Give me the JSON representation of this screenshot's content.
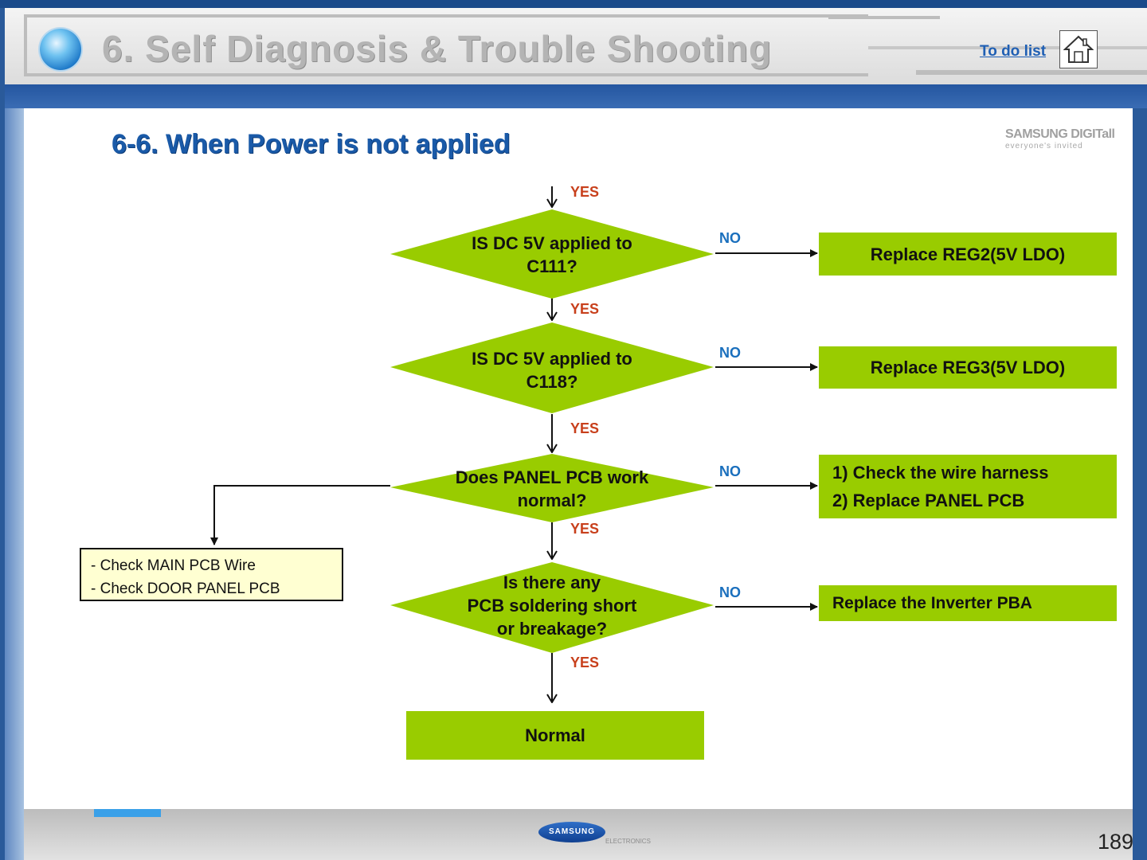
{
  "header": {
    "title": "6. Self Diagnosis & Trouble Shooting",
    "todo_link": "To do list",
    "home_icon": "home-icon"
  },
  "page_title": "6-6. When Power is not applied",
  "brand": {
    "logo_line1": "SAMSUNG DIGITall",
    "logo_line2": "everyone's invited",
    "footer_logo": "SAMSUNG",
    "footer_logo_sub": "ELECTRONICS"
  },
  "page_number": "189",
  "colors": {
    "box_fill": "#99cc00",
    "yes_label": "#c8401c",
    "no_label": "#1a6fbd",
    "note_fill": "#ffffd2"
  },
  "flowchart": {
    "entry_label": "YES",
    "decisions": [
      {
        "text": "IS DC 5V applied to C111?",
        "yes": "YES",
        "no": "NO",
        "action": "Replace REG2(5V LDO)"
      },
      {
        "text": "IS DC 5V applied to C118?",
        "yes": "YES",
        "no": "NO",
        "action": "Replace REG3(5V LDO)"
      },
      {
        "text": "Does PANEL PCB work normal?",
        "yes": "YES",
        "no": "NO",
        "action_lines": [
          "1) Check the wire harness",
          "2) Replace PANEL PCB"
        ]
      },
      {
        "text_lines": [
          "Is there any",
          "PCB soldering short",
          "or breakage?"
        ],
        "yes": "YES",
        "no": "NO",
        "action": "Replace the Inverter PBA"
      }
    ],
    "end": "Normal",
    "side_note": [
      "- Check MAIN PCB Wire",
      "- Check DOOR PANEL PCB"
    ]
  }
}
